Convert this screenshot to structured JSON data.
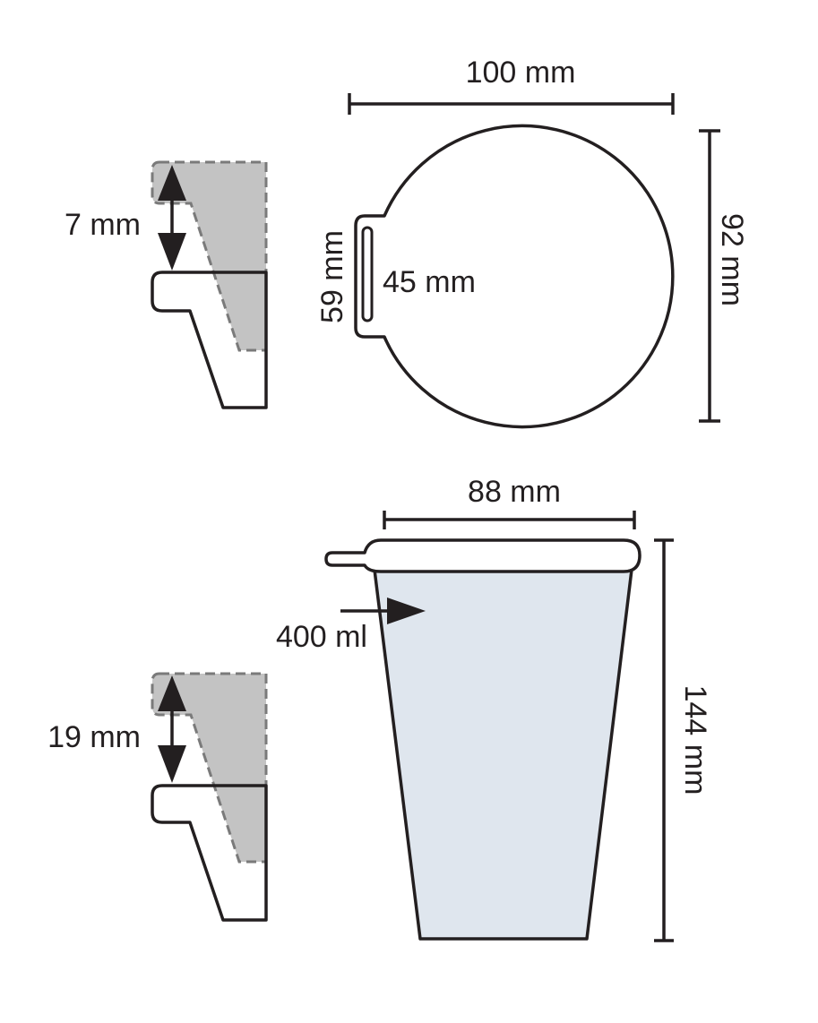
{
  "colors": {
    "stroke": "#231f20",
    "liquid_fill": "#dfe6ee",
    "insert_fill": "#c3c3c3",
    "insert_dash": "#7a7a7a",
    "background": "#ffffff"
  },
  "labels": {
    "top_width": "100 mm",
    "top_height": "92 mm",
    "tab_height": "59 mm",
    "slot_length": "45 mm",
    "top_insert_depth": "7 mm",
    "rim_width": "88 mm",
    "cup_height": "144 mm",
    "volume": "400 ml",
    "bottom_insert_depth": "19 mm"
  },
  "icons": [
    "double-arrow-icon",
    "pointer-arrow-icon"
  ]
}
